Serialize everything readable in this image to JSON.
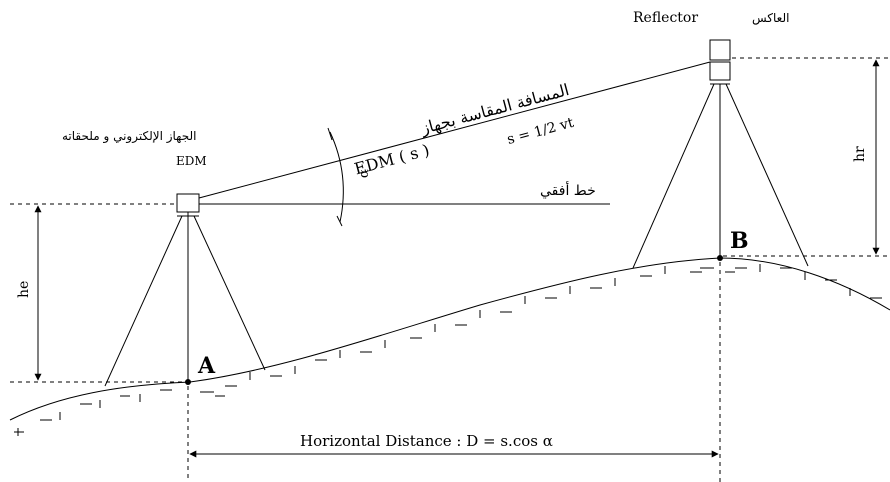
{
  "labels": {
    "reflector": "Reflector",
    "reflector_ar": "العاكس",
    "instrument_ar": "الجهاز الإلكتروني و ملحقاته",
    "edm": "EDM",
    "slope_distance_ar": "المسافة المقاسة بجهاز",
    "slope_distance_edm": "EDM ( s )",
    "formula": "s = 1/2 vt",
    "horizontal_line_ar": "خط أفقي",
    "alpha": "α",
    "he": "he",
    "hr": "hr",
    "point_a": "A",
    "point_b": "B",
    "horizontal_distance": "Horizontal Distance : D = s.cos α"
  }
}
